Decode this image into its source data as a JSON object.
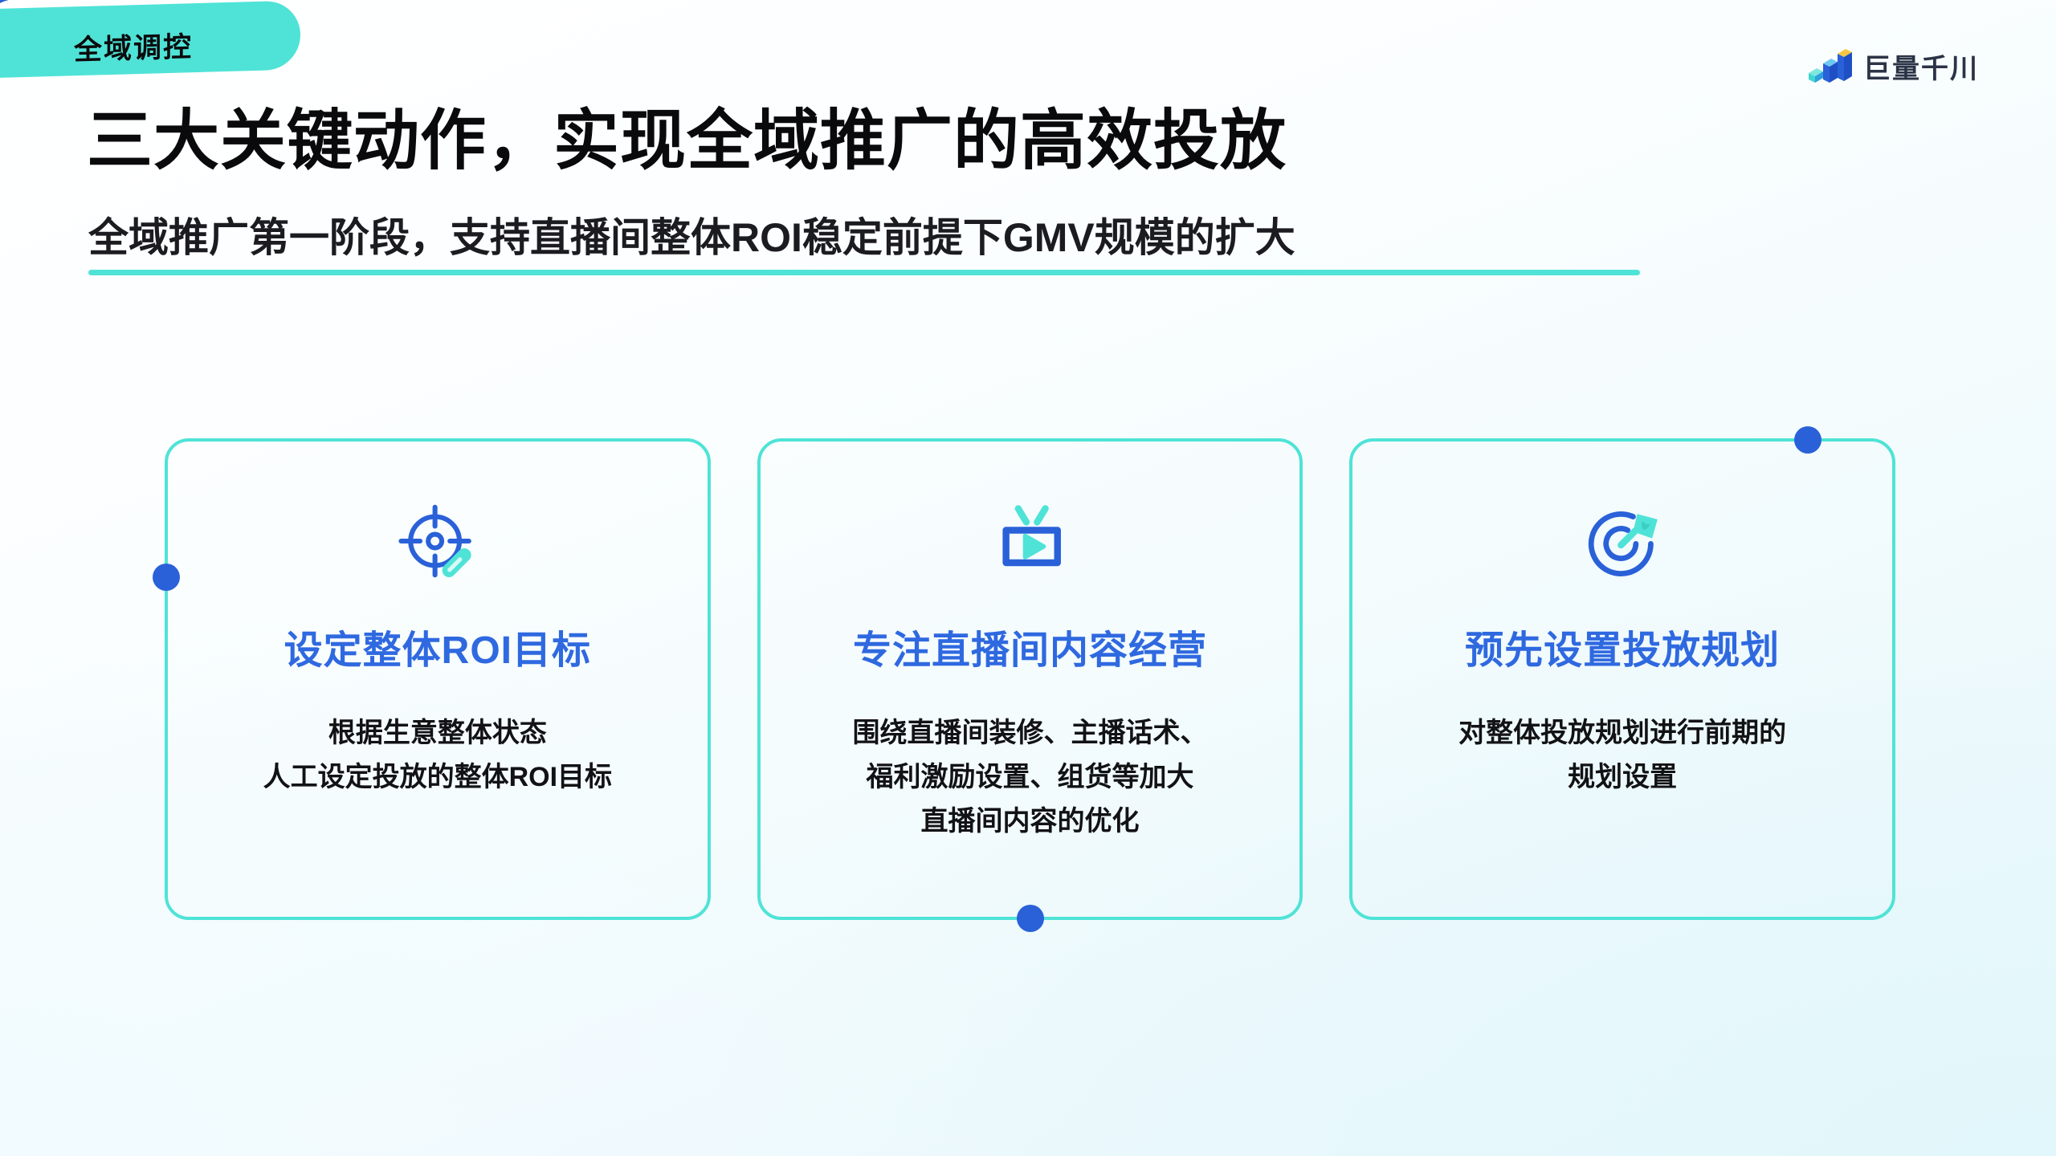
{
  "badge": {
    "label": "全域调控"
  },
  "logo": {
    "text": "巨量千川",
    "icon": "bar-chart-logo-icon",
    "colors": {
      "teal": "#3fd6cd",
      "blue": "#2a61d8",
      "blue_dark": "#1f4fc4",
      "yellow": "#f5c842"
    }
  },
  "header": {
    "headline": "三大关键动作，实现全域推广的高效投放",
    "subline": "全域推广第一阶段，支持直播间整体ROI稳定前提下GMV规模的扩大",
    "underline_color": "#4fe3d7"
  },
  "theme": {
    "accent_teal": "#4fe3d7",
    "accent_blue": "#2f69e0",
    "dot_blue": "#2a61d8",
    "text_dark": "#0a0a0c",
    "background": "#f2fbfd"
  },
  "cards": [
    {
      "icon": "target-pencil-icon",
      "title": "设定整体ROI目标",
      "body": "根据生意整体状态\n人工设定投放的整体ROI目标"
    },
    {
      "icon": "live-tv-play-icon",
      "title": "专注直播间内容经营",
      "body": "围绕直播间装修、主播话术、\n福利激励设置、组货等加大\n直播间内容的优化"
    },
    {
      "icon": "target-flag-icon",
      "title": "预先设置投放规划",
      "body": "对整体投放规划进行前期的\n规划设置"
    }
  ]
}
